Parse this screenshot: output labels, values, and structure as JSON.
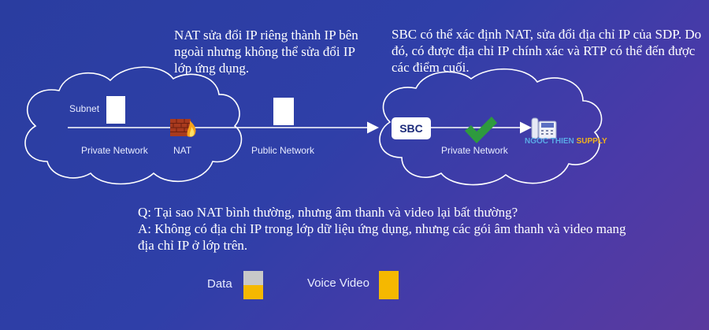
{
  "notes": {
    "nat": "NAT sửa đổi IP riêng thành IP bên ngoài nhưng không thể sửa đổi IP lớp ứng dụng.",
    "sbc": "SBC có thể xác định NAT, sửa đổi địa chỉ IP của SDP. Do đó, có được địa chỉ IP chính xác và RTP có thể đến được các điểm cuối."
  },
  "left_cloud": {
    "subnet": "Subnet",
    "private_network": "Private Network",
    "nat": "NAT"
  },
  "middle": {
    "public_network": "Public Network"
  },
  "right_cloud": {
    "sbc": "SBC",
    "private_network": "Private Network"
  },
  "watermark": {
    "part1": "NGOC THIEN",
    "part2": "SUPPLY"
  },
  "qa": {
    "question": "Q: Tại sao NAT bình thường, nhưng âm thanh và video lại bất thường?",
    "answer": "A: Không có địa chỉ IP trong lớp dữ liệu ứng dụng, nhưng các gói âm thanh và video mang địa chỉ IP ở lớp trên."
  },
  "legend": {
    "data": "Data",
    "voice_video": "Voice Video"
  },
  "colors": {
    "data_top": "#c8c8c8",
    "data_bottom": "#f5b800",
    "voice_video": "#f5b800",
    "check": "#2e9a3e"
  }
}
